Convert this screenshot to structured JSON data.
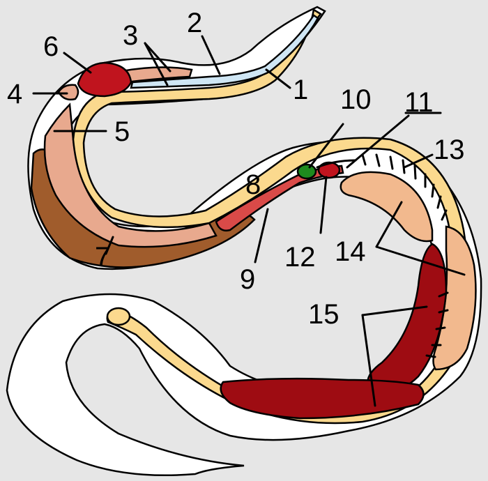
{
  "labels": {
    "l1": "1",
    "l2": "2",
    "l3": "3",
    "l4": "4",
    "l5": "5",
    "l6": "6",
    "l7": "7",
    "l8": "8",
    "l9": "9",
    "l10": "10",
    "l11": "11",
    "l12": "12",
    "l13": "13",
    "l14": "14",
    "l15": "15"
  },
  "colors": {
    "background": "#e6e6e6",
    "body": "#ffffff",
    "digestive": "#fbd98e",
    "trachea": "#cfe6f4",
    "lung": "#e8a98e",
    "heart": "#c0141e",
    "liver": "#a05c2c",
    "intestine": "#d94a48",
    "gallbladder": "#1e8a1e",
    "kidney": "#f2b98e",
    "gonad": "#9e0c12"
  }
}
